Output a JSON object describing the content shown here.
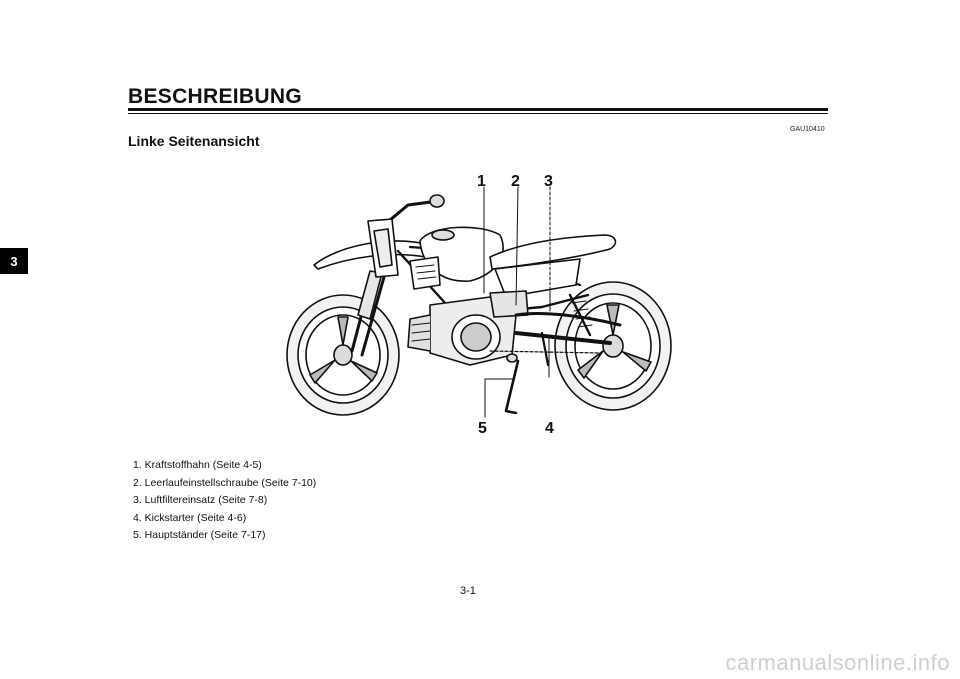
{
  "chapter_tab": "3",
  "page_title": "BESCHREIBUNG",
  "doc_code": "GAU10410",
  "section_heading": "Linke Seitenansicht",
  "callouts": [
    "1",
    "2",
    "3",
    "4",
    "5"
  ],
  "legend": [
    "1. Kraftstoffhahn (Seite 4-5)",
    "2. Leerlaufeinstellschraube (Seite 7-10)",
    "3. Luftfiltereinsatz (Seite 7-8)",
    "4. Kickstarter (Seite 4-6)",
    "5. Hauptständer (Seite 7-17)"
  ],
  "page_number": "3-1",
  "watermark": "carmanualsonline.info"
}
